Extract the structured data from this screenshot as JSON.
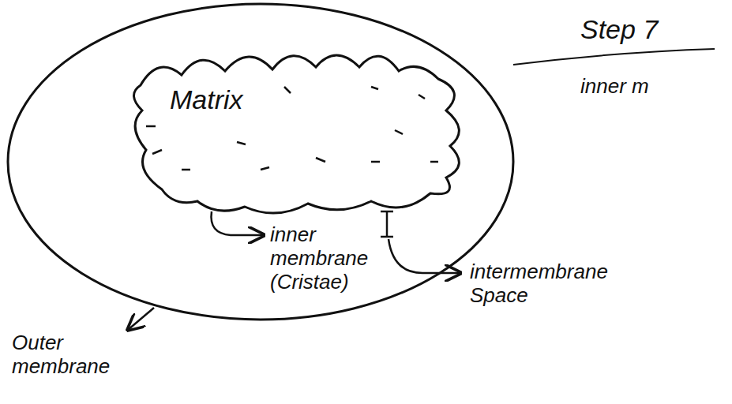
{
  "diagram": {
    "title": "Step 7",
    "nodes": [
      {
        "text": [
          "Matrix"
        ]
      }
    ],
    "labels": [
      "inner m",
      "Outer membrane",
      "inner membrane (Cristae)",
      "intermembrane Space"
    ]
  }
}
